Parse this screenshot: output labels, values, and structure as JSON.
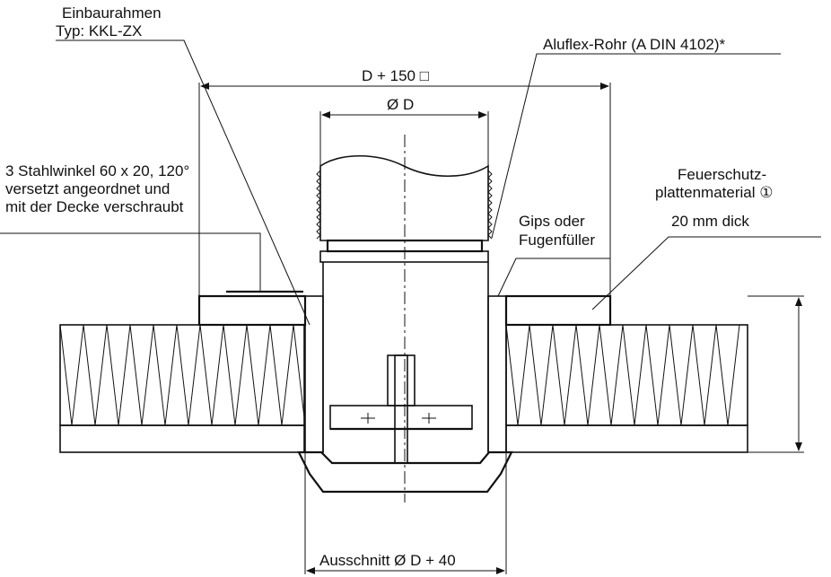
{
  "labels": {
    "frame_line1": "Einbaurahmen",
    "frame_line2": "Typ: KKL-ZX",
    "pipe": "Aluflex-Rohr (A DIN 4102)*",
    "width_dim": "D + 150 □",
    "diameter_dim": "Ø D",
    "angles_line1": "3 Stahlwinkel 60 x 20, 120°",
    "angles_line2": "versetzt angeordnet und",
    "angles_line3": "mit der Decke verschraubt",
    "gypsum_line1": "Gips oder",
    "gypsum_line2": "Fugenfüller",
    "fireboard_line1": "Feuerschutz-",
    "fireboard_line2": "plattenmaterial ①",
    "fireboard_line3": "20 mm dick",
    "cutout_dim": "Ausschnitt Ø D + 40"
  },
  "colors": {
    "ink": "#111111",
    "paper": "#ffffff"
  }
}
